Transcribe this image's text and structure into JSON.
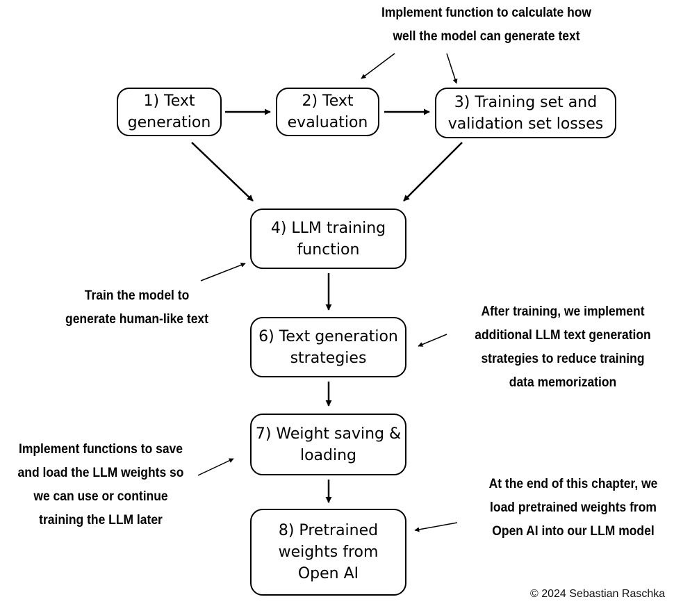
{
  "diagram": {
    "steps": [
      {
        "id": "step-1",
        "lines": [
          "1) Text",
          "generation"
        ]
      },
      {
        "id": "step-2",
        "lines": [
          "2) Text",
          "evaluation"
        ]
      },
      {
        "id": "step-3",
        "lines": [
          "3) Training set and",
          "validation set losses"
        ]
      },
      {
        "id": "step-4",
        "lines": [
          "4) LLM training",
          "function"
        ]
      },
      {
        "id": "step-6",
        "lines": [
          "6) Text generation",
          "strategies"
        ]
      },
      {
        "id": "step-7",
        "lines": [
          "7) Weight saving &",
          "loading"
        ]
      },
      {
        "id": "step-8",
        "lines": [
          "8) Pretrained",
          "weights from",
          "Open AI"
        ]
      }
    ],
    "annotations": {
      "evaluation_note": [
        "Implement function to calculate  how",
        "well the model can generate text"
      ],
      "training_note": [
        "Train the model to",
        "generate human-like text"
      ],
      "strategies_note": [
        "After training, we implement",
        "additional LLM text generation",
        "strategies to reduce training",
        "data memorization"
      ],
      "saving_note": [
        "Implement functions to save",
        "and load the LLM weights so",
        "we can use or continue",
        "training the LLM later"
      ],
      "pretrained_note": [
        "At the end of this chapter, we",
        "load pretrained weights from",
        "Open AI into our LLM model"
      ]
    },
    "copyright": "© 2024 Sebastian Raschka"
  }
}
